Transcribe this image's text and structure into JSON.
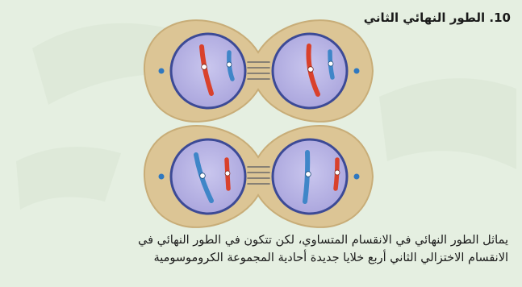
{
  "title": "10. الطور النهائي الثاني",
  "caption": {
    "lines": [
      "يماثل الطور النهائي في الانقسام المتساوي، لكن تتكون في الطور النهائي في",
      "الانقسام الاختزالي الثاني أربع خلايا جديدة أحادية المجموعة الكروموسومية"
    ]
  },
  "colors": {
    "background": "#e5efe1",
    "cytoplasm": "#dcc595",
    "cytoplasm_edge": "#c8ad78",
    "nucleus": "#b7b3e3",
    "nucleus_edge": "#3c4a96",
    "chromosome_red": "#d9412b",
    "chromosome_blue": "#3f86c8",
    "centriole": "#2f78c0"
  }
}
